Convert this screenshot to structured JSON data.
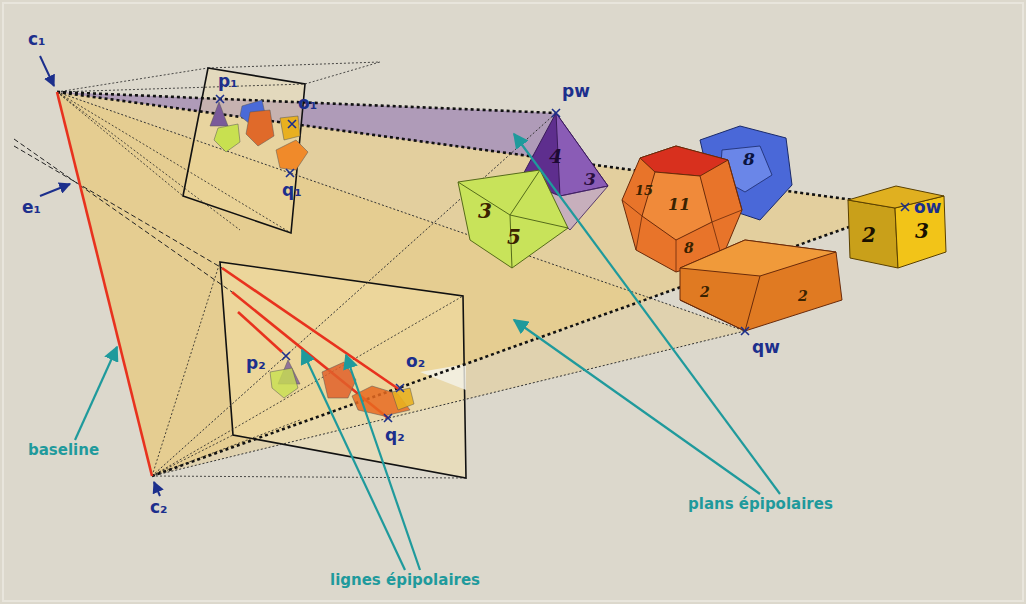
{
  "diagram": {
    "labels": [
      "c₁",
      "e₁",
      "c₂",
      "p₁",
      "o₁",
      "q₁",
      "p₂",
      "o₂",
      "q₂",
      "pw",
      "ow",
      "qw",
      "baseline",
      "plans épipolaires",
      "lignes épipolaires",
      "4",
      "3",
      "3",
      "5",
      "8",
      "11",
      "15",
      "8",
      "2",
      "3",
      "2",
      "2"
    ]
  }
}
